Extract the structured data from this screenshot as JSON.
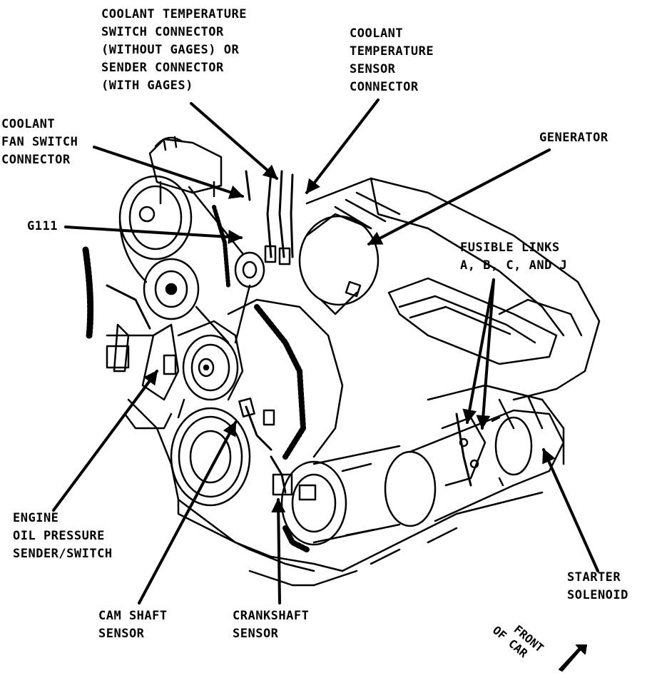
{
  "labels": {
    "coolant_temp_switch": [
      "COOLANT TEMPERATURE",
      "SWITCH CONNECTOR",
      "(WITHOUT GAGES) OR",
      "SENDER CONNECTOR",
      "(WITH GAGES)"
    ],
    "coolant_temp_sensor": [
      "COOLANT",
      "TEMPERATURE",
      "SENSOR",
      "CONNECTOR"
    ],
    "coolant_fan_switch": [
      "COOLANT",
      "FAN SWITCH",
      "CONNECTOR"
    ],
    "generator": [
      "GENERATOR"
    ],
    "g111": [
      "G111"
    ],
    "fusible_links": [
      "FUSIBLE LINKS",
      "A, B, C, AND J"
    ],
    "engine_oil_pressure": [
      "ENGINE",
      "OIL PRESSURE",
      "SENDER/SWITCH"
    ],
    "starter_solenoid": [
      "STARTER",
      "SOLENOID"
    ],
    "cam_shaft_sensor": [
      "CAM SHAFT",
      "SENSOR"
    ],
    "crankshaft_sensor": [
      "CRANKSHAFT",
      "SENSOR"
    ],
    "front_of_car": [
      "FRONT",
      "OF CAR"
    ]
  },
  "colors": {
    "ink": "#000000",
    "paper": "#ffffff"
  }
}
